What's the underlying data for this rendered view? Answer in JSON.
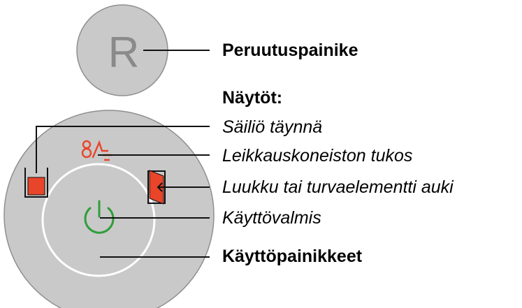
{
  "reset_button": {
    "glyph": "R",
    "label": "Peruutuspainike"
  },
  "indicators": {
    "heading": "Näytöt:",
    "items": [
      {
        "label": "Säiliö täynnä",
        "icon": "bin-full-icon",
        "color": "#e8452a"
      },
      {
        "label": "Leikkauskoneiston tukos",
        "icon": "cutter-jam-icon",
        "color": "#e8452a"
      },
      {
        "label": "Luukku tai turvaelementti auki",
        "icon": "door-open-icon",
        "color": "#e8452a"
      },
      {
        "label": "Käyttövalmis",
        "icon": "power-icon",
        "color": "#2e9e3a"
      }
    ]
  },
  "operating_buttons": {
    "label": "Käyttöpainikkeet"
  },
  "colors": {
    "panel": "#c9c9c9",
    "outline": "#9a9a9a",
    "line": "#111111"
  }
}
